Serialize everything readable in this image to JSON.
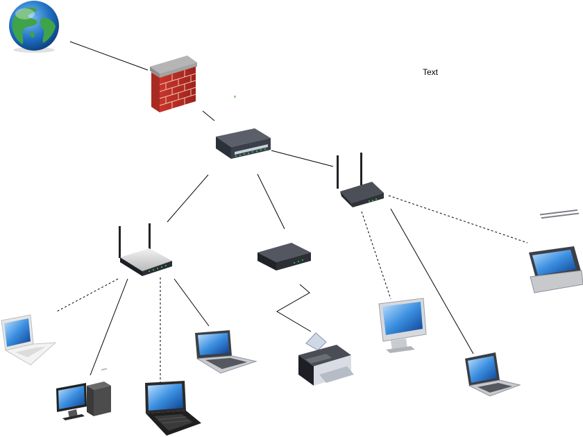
{
  "diagram": {
    "annotation_text": "Text",
    "nodes": [
      {
        "id": "internet",
        "icon": "globe-icon"
      },
      {
        "id": "firewall",
        "icon": "brick-firewall-icon"
      },
      {
        "id": "core-switch",
        "icon": "network-switch-icon"
      },
      {
        "id": "wireless-router-left",
        "icon": "wireless-router-icon"
      },
      {
        "id": "small-switch",
        "icon": "hub-icon"
      },
      {
        "id": "wireless-ap-right",
        "icon": "wireless-access-point-icon"
      },
      {
        "id": "laptop-white",
        "icon": "laptop-icon"
      },
      {
        "id": "desktop-pc",
        "icon": "desktop-tower-icon"
      },
      {
        "id": "tablet-pc",
        "icon": "tablet-laptop-icon"
      },
      {
        "id": "netbook-left",
        "icon": "netbook-icon"
      },
      {
        "id": "printer",
        "icon": "printer-icon"
      },
      {
        "id": "imac",
        "icon": "all-in-one-computer-icon"
      },
      {
        "id": "laptop-right",
        "icon": "laptop-icon"
      },
      {
        "id": "pda",
        "icon": "handheld-device-icon"
      }
    ],
    "links": [
      {
        "from": "internet",
        "to": "firewall",
        "style": "solid"
      },
      {
        "from": "firewall",
        "to": "core-switch",
        "style": "solid"
      },
      {
        "from": "core-switch",
        "to": "wireless-ap-right",
        "style": "solid"
      },
      {
        "from": "core-switch",
        "to": "wireless-router-left",
        "style": "solid"
      },
      {
        "from": "core-switch",
        "to": "small-switch",
        "style": "solid"
      },
      {
        "from": "wireless-ap-right",
        "to": "pda",
        "style": "dashed"
      },
      {
        "from": "wireless-ap-right",
        "to": "imac",
        "style": "dashed"
      },
      {
        "from": "wireless-ap-right",
        "to": "laptop-right",
        "style": "solid"
      },
      {
        "from": "wireless-router-left",
        "to": "laptop-white",
        "style": "dashed"
      },
      {
        "from": "wireless-router-left",
        "to": "desktop-pc",
        "style": "solid"
      },
      {
        "from": "wireless-router-left",
        "to": "tablet-pc",
        "style": "dashed"
      },
      {
        "from": "wireless-router-left",
        "to": "netbook-left",
        "style": "solid"
      },
      {
        "from": "small-switch",
        "to": "printer",
        "style": "zigzag"
      }
    ]
  }
}
